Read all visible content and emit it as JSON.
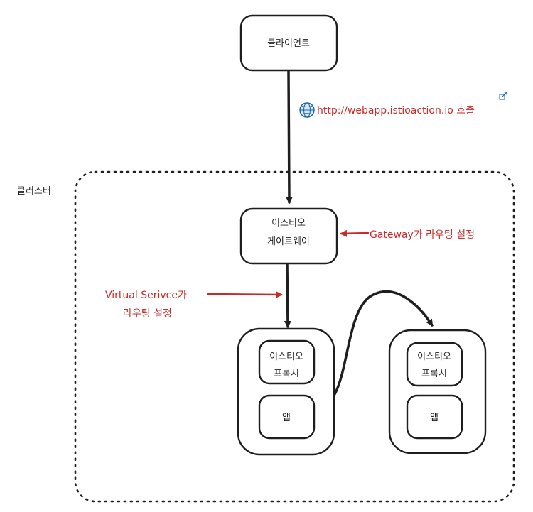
{
  "nodes": {
    "client": "클라이언트",
    "cluster": "클러스터",
    "gateway_line1": "이스티오",
    "gateway_line2": "게이트웨이",
    "proxy1_line1": "이스티오",
    "proxy1_line2": "프록시",
    "app1": "앱",
    "proxy2_line1": "이스티오",
    "proxy2_line2": "프록시",
    "app2": "앱"
  },
  "annotations": {
    "url_call": "http://webapp.istioaction.io 호출",
    "gateway_routing": "Gateway가 라우팅 설정",
    "vs_line1": "Virtual Serivce가",
    "vs_line2": "라우팅 설정"
  },
  "icons": {
    "globe": "globe-icon",
    "external_link": "external-link-icon"
  },
  "colors": {
    "annotation": "#c92a2a",
    "link": "#1864ab",
    "stroke": "#1e1e1e"
  }
}
